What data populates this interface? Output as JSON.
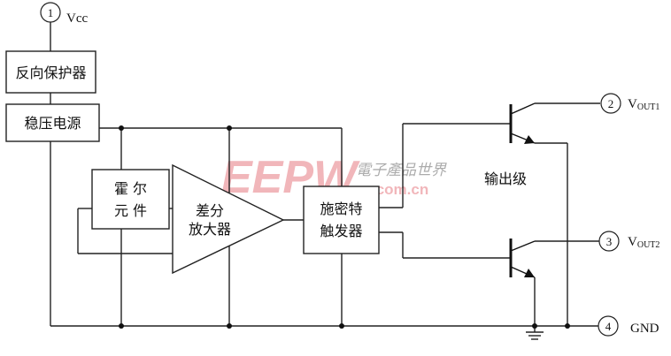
{
  "pins": [
    {
      "num": "1",
      "label": "Vcc"
    },
    {
      "num": "2",
      "label": "V",
      "sub": "OUT1"
    },
    {
      "num": "3",
      "label": "V",
      "sub": "OUT2"
    },
    {
      "num": "4",
      "label": "GND"
    }
  ],
  "blocks": {
    "reverse_protect": "反向保护器",
    "regulator": "稳压电源",
    "hall_line1": "霍 尔",
    "hall_line2": "元 件",
    "amp_line1": "差分",
    "amp_line2": "放大器",
    "schmitt_line1": "施密特",
    "schmitt_line2": "触发器",
    "output_stage": "输出级"
  },
  "watermark": {
    "logo": "EEPW",
    "cn": "電子產品世界",
    "url": ".com.cn",
    "color": "#d9313d"
  }
}
